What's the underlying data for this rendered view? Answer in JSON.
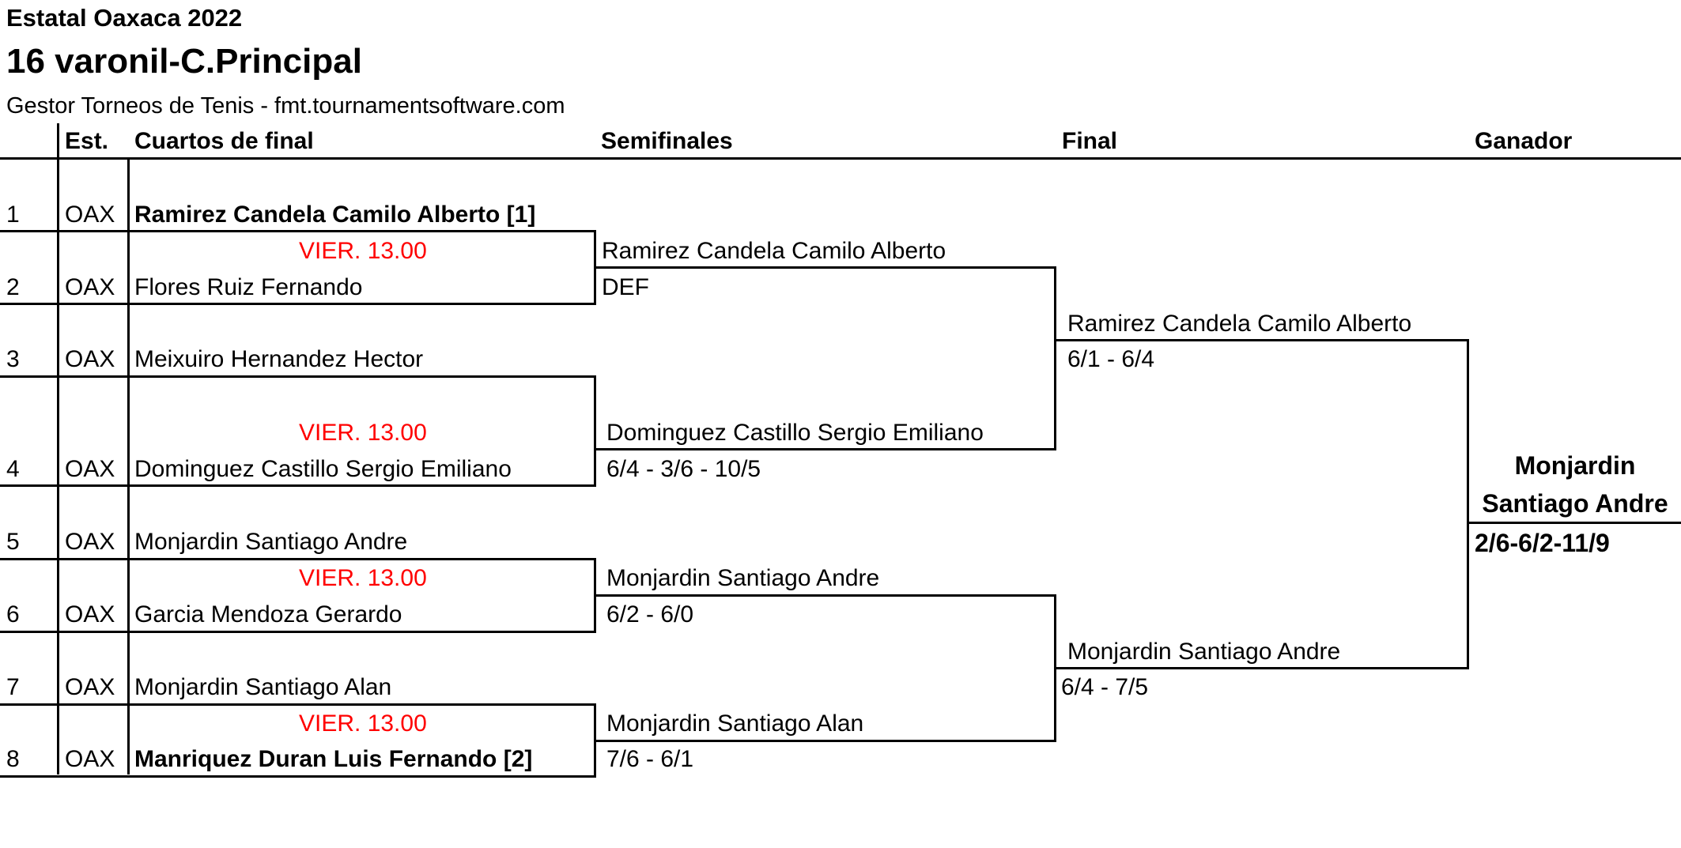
{
  "header": {
    "event": "Estatal Oaxaca 2022",
    "draw": "16 varonil-C.Principal",
    "software": "Gestor Torneos de Tenis - fmt.tournamentsoftware.com"
  },
  "columns": {
    "est": "Est.",
    "quarterfinals": "Cuartos de final",
    "semifinals": "Semifinales",
    "final": "Final",
    "winner": "Ganador"
  },
  "draw": [
    {
      "pos": "1",
      "club": "OAX",
      "name": "Ramirez Candela Camilo Alberto [1]"
    },
    {
      "pos": "2",
      "club": "OAX",
      "name": "Flores Ruiz Fernando"
    },
    {
      "pos": "3",
      "club": "OAX",
      "name": "Meixuiro Hernandez Hector"
    },
    {
      "pos": "4",
      "club": "OAX",
      "name": "Dominguez Castillo Sergio Emiliano"
    },
    {
      "pos": "5",
      "club": "OAX",
      "name": "Monjardin Santiago Andre"
    },
    {
      "pos": "6",
      "club": "OAX",
      "name": "Garcia Mendoza Gerardo"
    },
    {
      "pos": "7",
      "club": "OAX",
      "name": "Monjardin Santiago Alan"
    },
    {
      "pos": "8",
      "club": "OAX",
      "name": "Manriquez Duran Luis Fernando [2]"
    }
  ],
  "schedule": [
    "VIER. 13.00",
    "VIER. 13.00",
    "VIER. 13.00",
    "VIER. 13.00"
  ],
  "quarterfinals": [
    {
      "winner": "Ramirez Candela Camilo Alberto",
      "score": "DEF"
    },
    {
      "winner": "Dominguez Castillo Sergio Emiliano",
      "score": "6/4 - 3/6 - 10/5"
    },
    {
      "winner": "Monjardin Santiago Andre",
      "score": "6/2 - 6/0"
    },
    {
      "winner": "Monjardin Santiago Alan",
      "score": "7/6 - 6/1"
    }
  ],
  "semifinals": [
    {
      "winner": "Ramirez Candela Camilo Alberto",
      "score": "6/1 - 6/4"
    },
    {
      "winner": "Monjardin Santiago Andre",
      "score": "6/4 - 7/5"
    }
  ],
  "champion": {
    "name_line1": "Monjardin",
    "name_line2": "Santiago Andre",
    "score": "2/6-6/2-11/9"
  }
}
